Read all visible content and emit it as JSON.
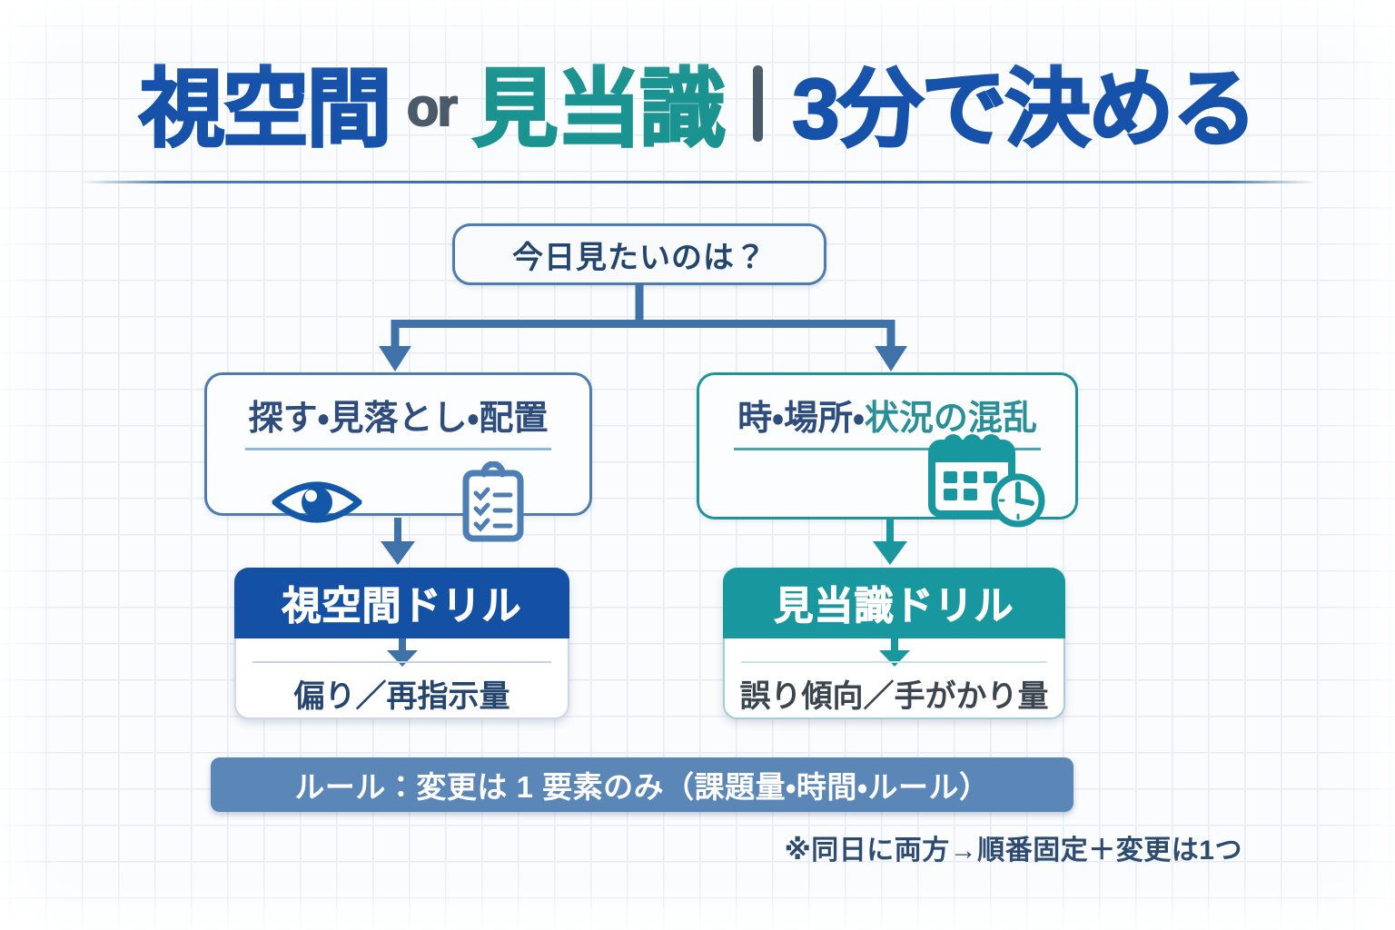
{
  "title": {
    "left_term": "視空間",
    "connector": "or",
    "right_term": "見当識",
    "tagline": "3分で決める"
  },
  "root_question": "今日見たいのは？",
  "branches": {
    "left": {
      "label": "探す・見落とし・配置",
      "icons": [
        "eye-icon",
        "checklist-icon"
      ],
      "result_title": "視空間ドリル",
      "result_metric": "偏り／再指示量"
    },
    "right": {
      "label_plain": "時・場所・",
      "label_accent": "状況の混乱",
      "icons": [
        "calendar-clock-icon"
      ],
      "result_title": "見当識ドリル",
      "result_metric": "誤り傾向／手がかり量"
    }
  },
  "rule_bar": {
    "text": "ルール：変更は 1 要素のみ（課題量・時間・ルール）"
  },
  "footnote": "※同日に両方→順番固定＋変更は1つ",
  "colors": {
    "title_blue": "#1652aa",
    "title_teal": "#1b9390",
    "slate_gray": "#4a5a68",
    "connector_blue": "#3f72a8",
    "left_header_bg": "#1450a4",
    "right_header_bg": "#18989e",
    "rule_bar_bg": "#5b86b8",
    "navy_text": "#23456e",
    "eye_icon_blue": "#1358a8",
    "checklist_icon_blue": "#4d7fb5",
    "grid_line": "#e6ecf6"
  }
}
